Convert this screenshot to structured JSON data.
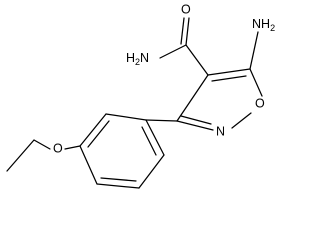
{
  "molecule": {
    "atom_labels": {
      "amino_group": "NH",
      "amino_subscript": "2",
      "amide_nitrogen": "H",
      "amide_nitrogen_subscript": "2",
      "amide_nitrogen_tail": "N",
      "carbonyl_oxygen": "O",
      "ring_oxygen": "O",
      "ring_nitrogen": "N",
      "ether_oxygen": "O"
    }
  }
}
